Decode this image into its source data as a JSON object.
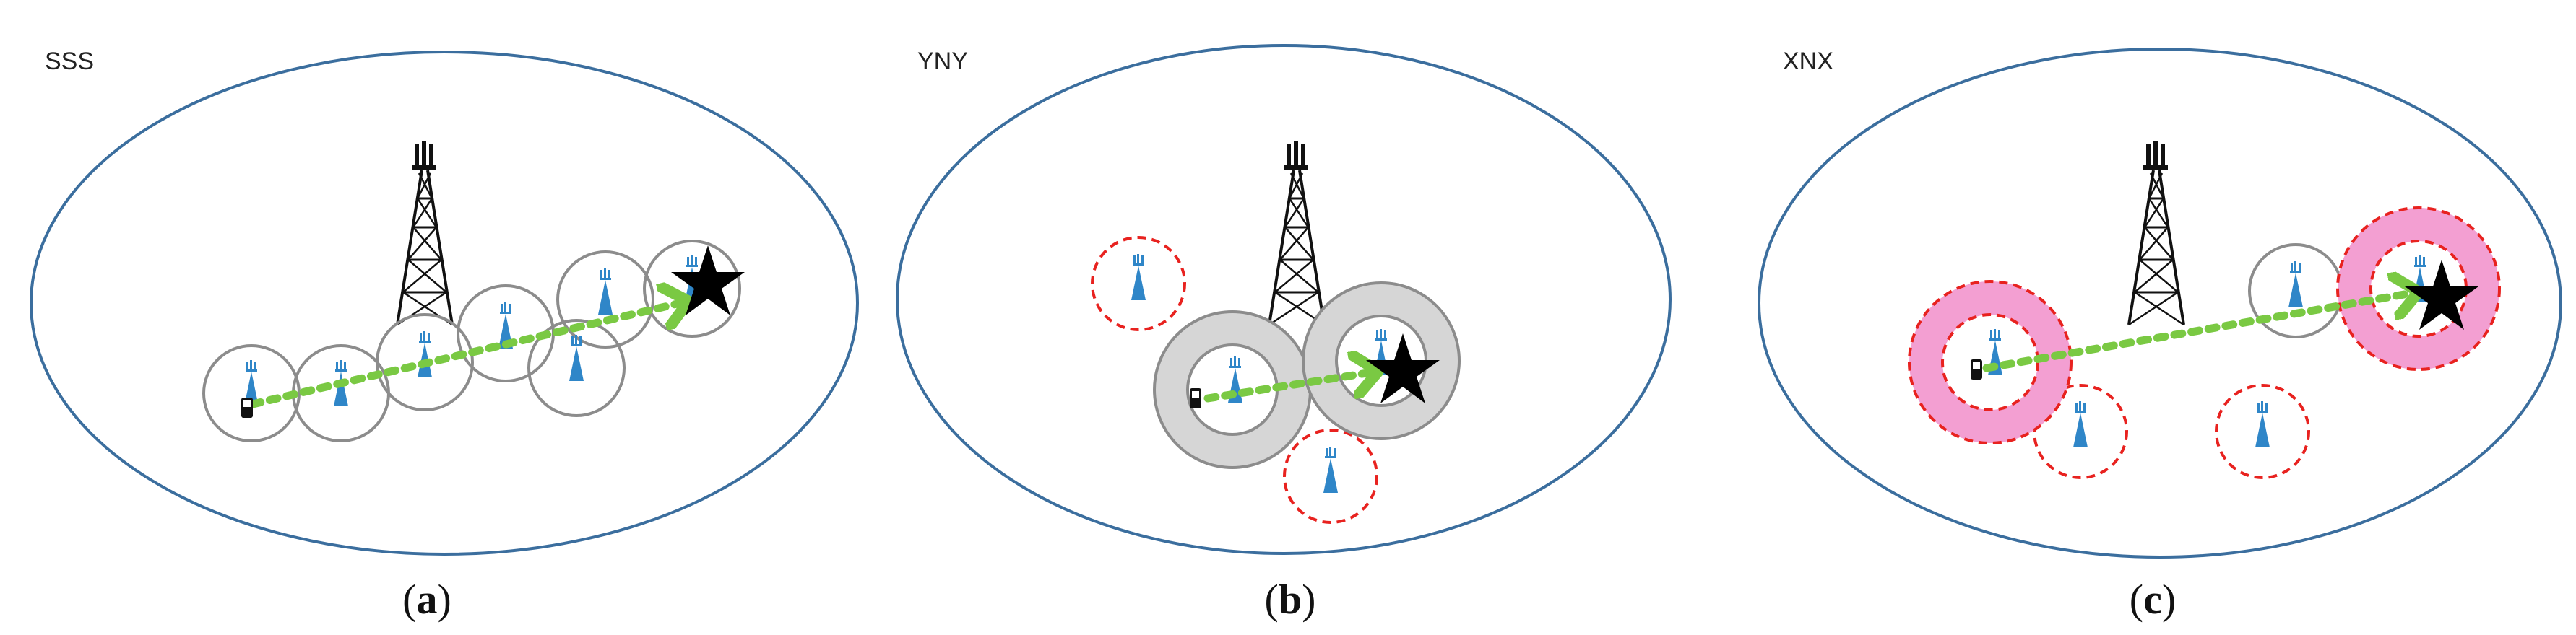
{
  "panels": [
    {
      "id": "a",
      "title": "SSS",
      "caption_letter": "a"
    },
    {
      "id": "b",
      "title": "YNY",
      "caption_letter": "b"
    },
    {
      "id": "c",
      "title": "XNX",
      "caption_letter": "c"
    }
  ],
  "colors": {
    "ellipse_stroke": "#3b6e9e",
    "neutral_circle": "#8c8c8c",
    "gray_ring_fill": "#d6d6d6",
    "pink_ring_fill": "#f39fd2",
    "red_dashed": "#e8221f",
    "arrow_green": "#7ac943",
    "small_cell_blue": "#2f86c8",
    "tower_black": "#111111",
    "star_black": "#000000"
  },
  "icons": [
    "macro-tower-icon",
    "small-cell-icon",
    "user-device-icon",
    "destination-star-icon"
  ]
}
